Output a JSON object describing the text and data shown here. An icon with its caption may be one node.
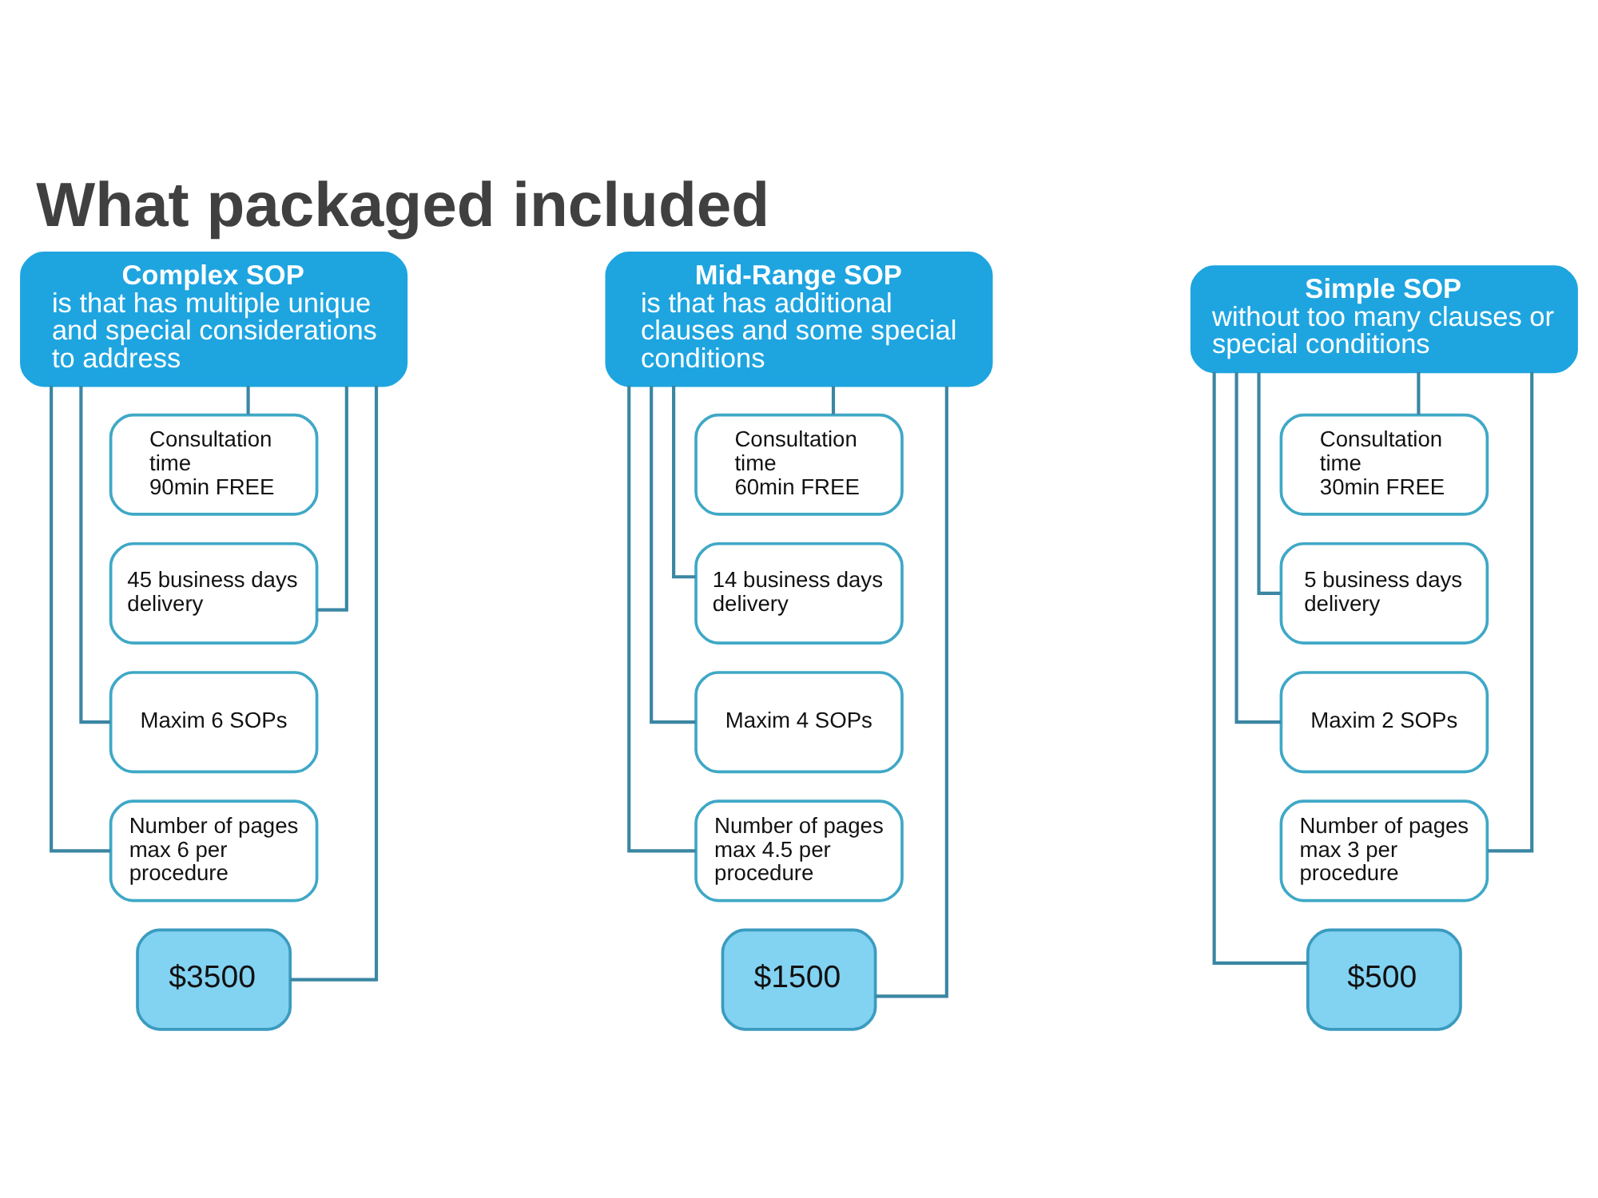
{
  "diagram": {
    "title": "What packaged included",
    "nodes": [
      {
        "text": [
          "Complex SOP",
          "is that has multiple unique and special considerations to address"
        ]
      },
      {
        "text": [
          "Consultation time",
          "90min FREE"
        ]
      },
      {
        "text": [
          "45 business days delivery"
        ]
      },
      {
        "text": [
          "Maxim 6 SOPs"
        ]
      },
      {
        "text": [
          "Number of pages max 6 per procedure"
        ]
      },
      {
        "text": [
          "$3500"
        ]
      },
      {
        "text": [
          "Mid-Range SOP",
          "is that has additional clauses and some special conditions"
        ]
      },
      {
        "text": [
          "Consultation time",
          "60min FREE"
        ]
      },
      {
        "text": [
          "14 business days delivery"
        ]
      },
      {
        "text": [
          "Maxim 4 SOPs"
        ]
      },
      {
        "text": [
          "Number of pages max 4.5 per procedure"
        ]
      },
      {
        "text": [
          "$1500"
        ]
      },
      {
        "text": [
          "Simple SOP",
          "without too many clauses or special conditions"
        ]
      },
      {
        "text": [
          "Consultation time",
          "30min FREE"
        ]
      },
      {
        "text": [
          "5 business days delivery"
        ]
      },
      {
        "text": [
          "Maxim 2 SOPs"
        ]
      },
      {
        "text": [
          "Number of pages max 3 per procedure"
        ]
      },
      {
        "text": [
          "$500"
        ]
      }
    ],
    "edges": [
      {
        "from": 0,
        "to": 1,
        "arrow": "none"
      },
      {
        "from": 0,
        "to": 2,
        "arrow": "none"
      },
      {
        "from": 0,
        "to": 3,
        "arrow": "none"
      },
      {
        "from": 0,
        "to": 4,
        "arrow": "none"
      },
      {
        "from": 0,
        "to": 5,
        "arrow": "none"
      },
      {
        "from": 6,
        "to": 7,
        "arrow": "none"
      },
      {
        "from": 6,
        "to": 8,
        "arrow": "none"
      },
      {
        "from": 6,
        "to": 9,
        "arrow": "none"
      },
      {
        "from": 6,
        "to": 10,
        "arrow": "none"
      },
      {
        "from": 6,
        "to": 11,
        "arrow": "none"
      },
      {
        "from": 12,
        "to": 13,
        "arrow": "none"
      },
      {
        "from": 12,
        "to": 14,
        "arrow": "none"
      },
      {
        "from": 12,
        "to": 15,
        "arrow": "none"
      },
      {
        "from": 12,
        "to": 16,
        "arrow": "none"
      },
      {
        "from": 12,
        "to": 17,
        "arrow": "none"
      }
    ]
  }
}
